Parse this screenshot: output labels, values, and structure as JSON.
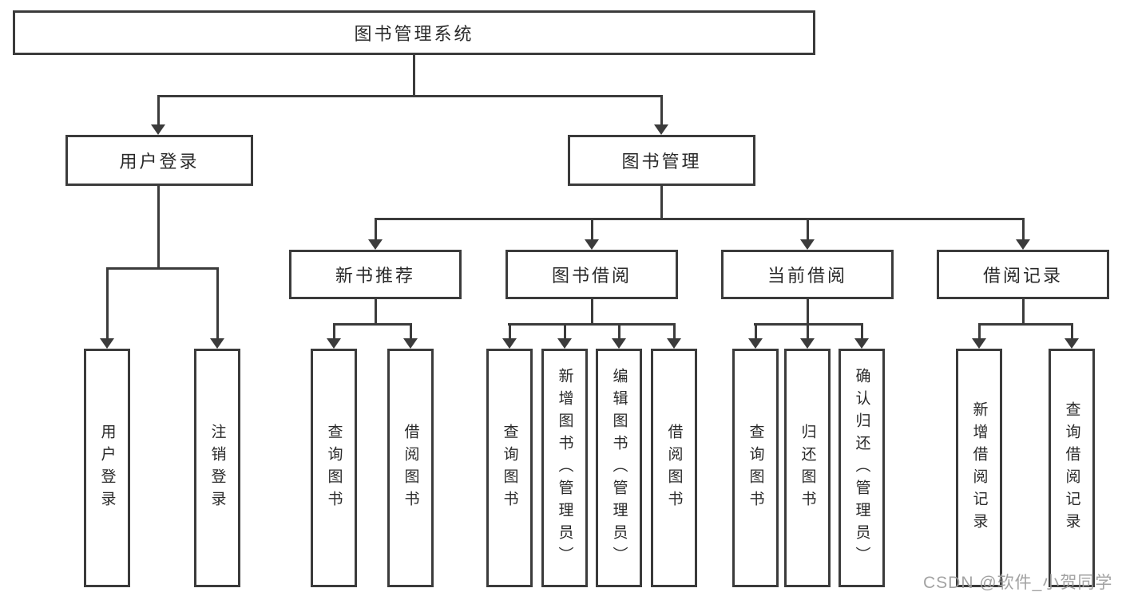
{
  "colors": {
    "line": "#3b3b3b",
    "text": "#2a2a2a",
    "box_bg": "#ffffff",
    "watermark": "#9e9e9e"
  },
  "diagram": {
    "root": {
      "label": "图书管理系统"
    },
    "branches": [
      {
        "label": "用户登录",
        "children": [
          {
            "label": "用户登录"
          },
          {
            "label": "注销登录"
          }
        ]
      },
      {
        "label": "图书管理",
        "children": [
          {
            "label": "新书推荐",
            "children": [
              {
                "label": "查询图书"
              },
              {
                "label": "借阅图书"
              }
            ]
          },
          {
            "label": "图书借阅",
            "children": [
              {
                "label": "查询图书"
              },
              {
                "label": "新增图书（管理员）"
              },
              {
                "label": "编辑图书（管理员）"
              },
              {
                "label": "借阅图书"
              }
            ]
          },
          {
            "label": "当前借阅",
            "children": [
              {
                "label": "查询图书"
              },
              {
                "label": "归还图书"
              },
              {
                "label": "确认归还（管理员）"
              }
            ]
          },
          {
            "label": "借阅记录",
            "children": [
              {
                "label": "新增借阅记录"
              },
              {
                "label": "查询借阅记录"
              }
            ]
          }
        ]
      }
    ]
  },
  "watermark": {
    "text": "CSDN @软件_小贺同学"
  }
}
